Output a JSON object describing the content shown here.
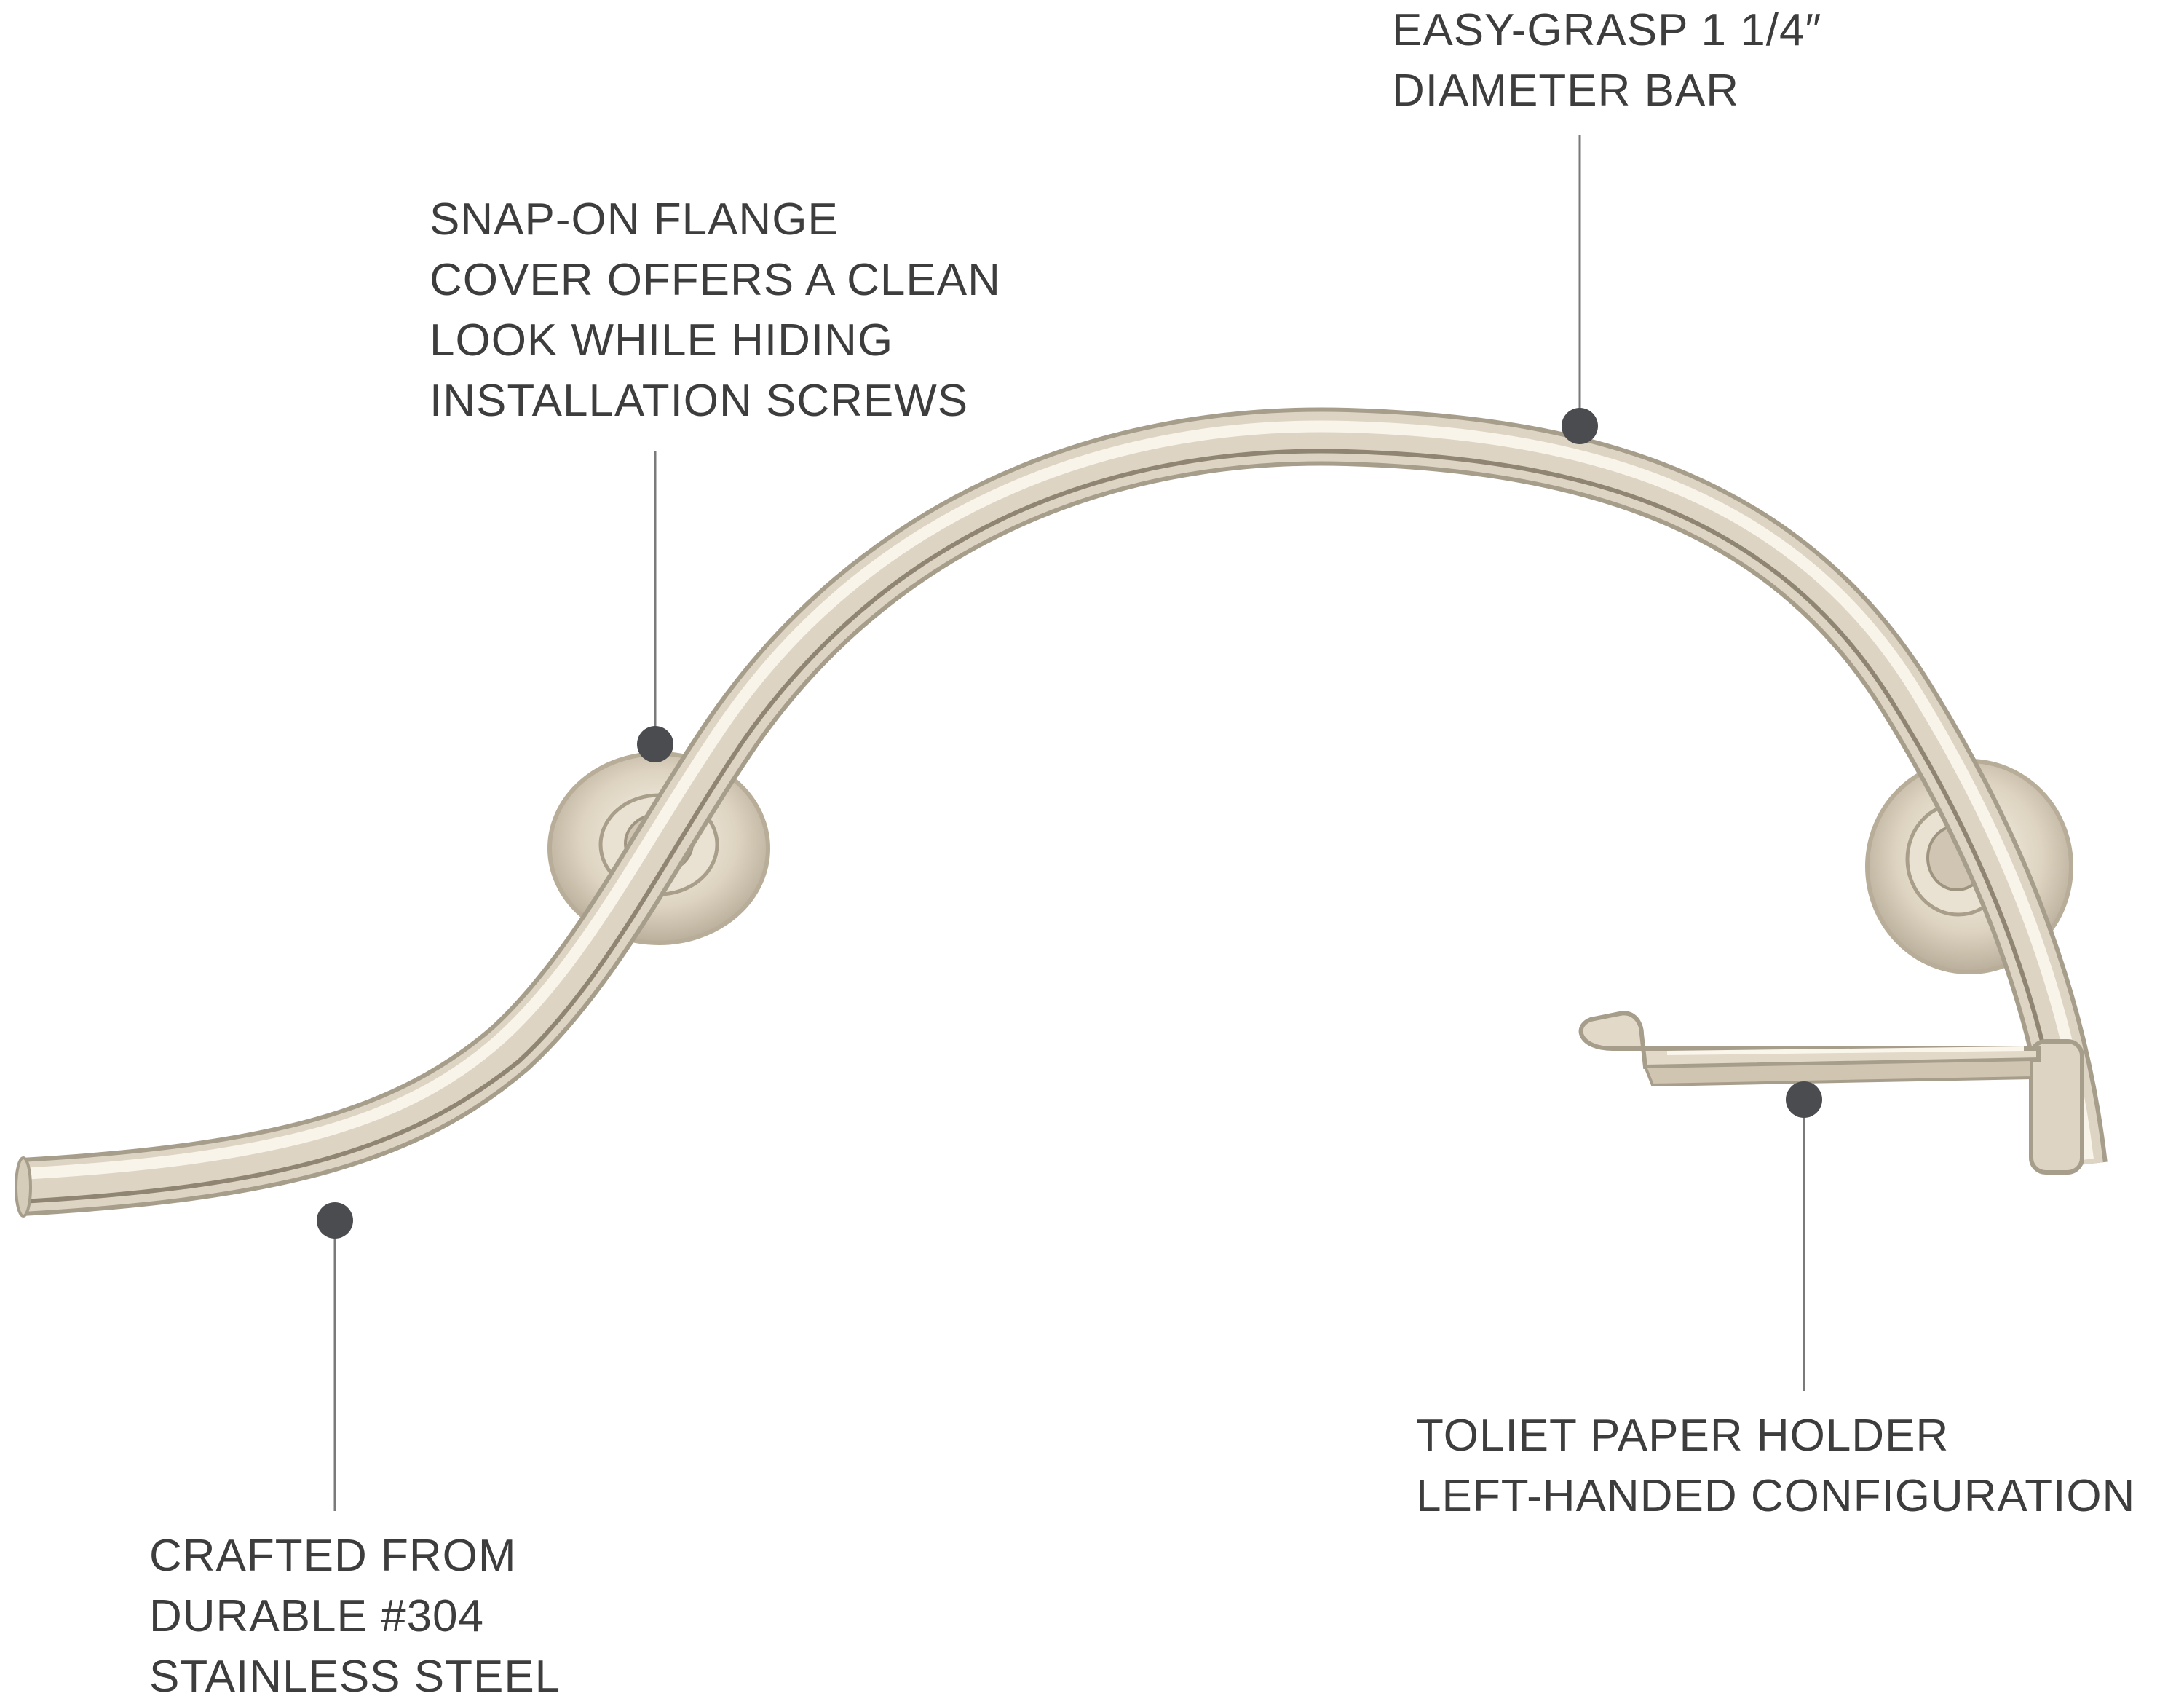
{
  "colors": {
    "background": "#ffffff",
    "text": "#3d3d3d",
    "leader_line": "#7a7a7a",
    "marker_dot": "#4a4c50",
    "metal_light": "#f4efe4",
    "metal_mid": "#d9d0bf",
    "metal_dark": "#a79d8b"
  },
  "callouts": {
    "diameter": {
      "lines": [
        "EASY-GRASP 1 1/4″",
        "DIAMETER BAR"
      ]
    },
    "flange": {
      "lines": [
        "SNAP-ON FLANGE",
        "COVER OFFERS A CLEAN",
        "LOOK WHILE HIDING",
        "INSTALLATION SCREWS"
      ]
    },
    "material": {
      "lines": [
        "CRAFTED FROM",
        "DURABLE #304",
        "STAINLESS STEEL"
      ]
    },
    "paper_holder": {
      "lines": [
        "TOLIET PAPER HOLDER",
        "LEFT-HANDED CONFIGURATION"
      ]
    }
  },
  "icons": {
    "marker": "dot-marker-icon"
  }
}
